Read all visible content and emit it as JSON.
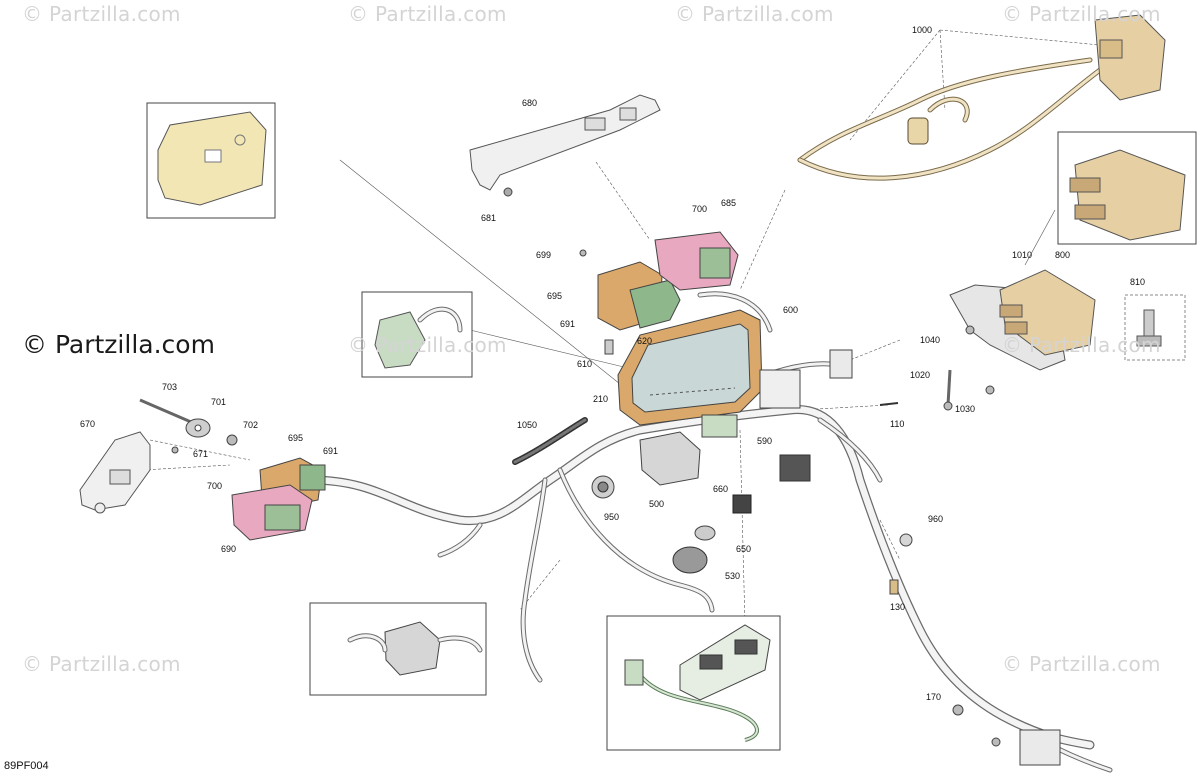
{
  "watermark": {
    "text": "© Partzilla.com",
    "main_text": "© Partzilla.com"
  },
  "figure_code": "89PF004",
  "callouts": [
    {
      "id": "c1000",
      "label": "1000"
    },
    {
      "id": "c680",
      "label": "680"
    },
    {
      "id": "c681",
      "label": "681"
    },
    {
      "id": "c700a",
      "label": "700"
    },
    {
      "id": "c685",
      "label": "685"
    },
    {
      "id": "c699",
      "label": "699"
    },
    {
      "id": "c695a",
      "label": "695"
    },
    {
      "id": "c691a",
      "label": "691"
    },
    {
      "id": "c620",
      "label": "620"
    },
    {
      "id": "c600",
      "label": "600"
    },
    {
      "id": "c610",
      "label": "610"
    },
    {
      "id": "c800",
      "label": "800"
    },
    {
      "id": "c1010",
      "label": "1010"
    },
    {
      "id": "c810",
      "label": "810"
    },
    {
      "id": "c1040",
      "label": "1040"
    },
    {
      "id": "c1020",
      "label": "1020"
    },
    {
      "id": "c1030",
      "label": "1030"
    },
    {
      "id": "c110",
      "label": "110"
    },
    {
      "id": "c703",
      "label": "703"
    },
    {
      "id": "c701",
      "label": "701"
    },
    {
      "id": "c702",
      "label": "702"
    },
    {
      "id": "c670",
      "label": "670"
    },
    {
      "id": "c671",
      "label": "671"
    },
    {
      "id": "c695b",
      "label": "695"
    },
    {
      "id": "c691b",
      "label": "691"
    },
    {
      "id": "c700b",
      "label": "700"
    },
    {
      "id": "c690",
      "label": "690"
    },
    {
      "id": "c1050",
      "label": "1050"
    },
    {
      "id": "c210",
      "label": "210"
    },
    {
      "id": "c590",
      "label": "590"
    },
    {
      "id": "c950",
      "label": "950"
    },
    {
      "id": "c500",
      "label": "500"
    },
    {
      "id": "c660",
      "label": "660"
    },
    {
      "id": "c650",
      "label": "650"
    },
    {
      "id": "c530",
      "label": "530"
    },
    {
      "id": "c960",
      "label": "960"
    },
    {
      "id": "c130",
      "label": "130"
    },
    {
      "id": "c170",
      "label": "170"
    }
  ],
  "colors": {
    "module_tan": "#d9a86a",
    "connector_pink": "#e8a8bf",
    "connector_green": "#8fb78c",
    "cover_yellow": "#f3e6b5",
    "harness_gray": "#6b6b6b"
  }
}
